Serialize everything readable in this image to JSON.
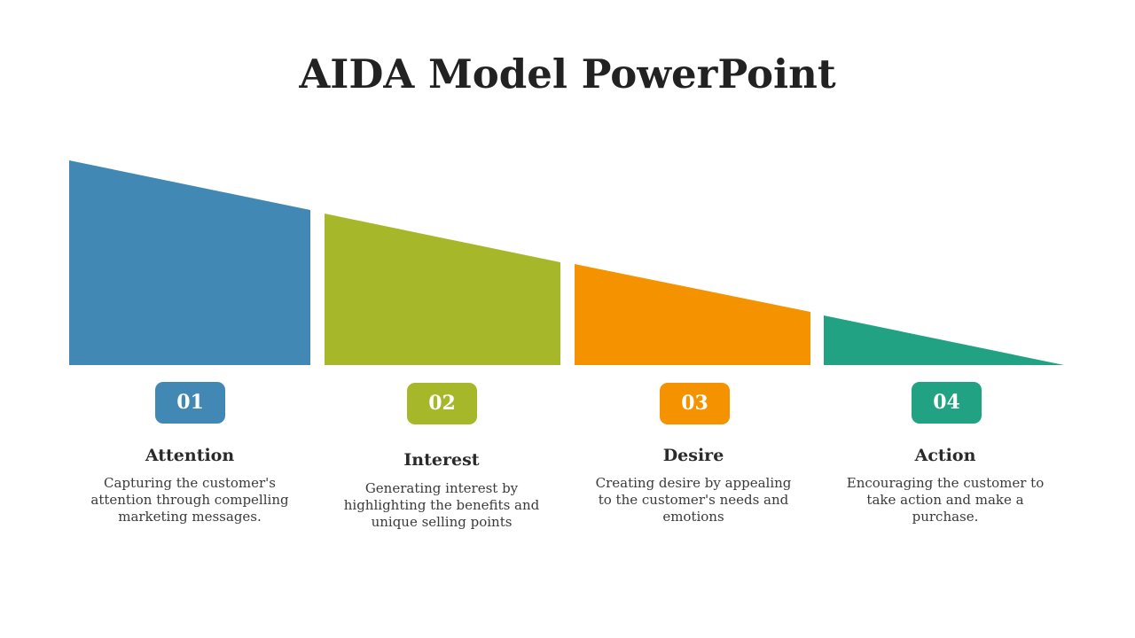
{
  "title": "AIDA Model PowerPoint",
  "stages": [
    {
      "number": "01",
      "title": "Attention",
      "description": "Capturing the customer's attention through compelling marketing messages.",
      "color": "#4189B4"
    },
    {
      "number": "02",
      "title": "Interest",
      "description": "Generating interest by highlighting the benefits and unique selling points",
      "color": "#A6B829"
    },
    {
      "number": "03",
      "title": "Desire",
      "description": "Creating desire by appealing to the customer's needs and emotions",
      "color": "#F49200"
    },
    {
      "number": "04",
      "title": "Action",
      "description": "Encouraging the customer to take action and make a purchase.",
      "color": "#21A283"
    }
  ]
}
